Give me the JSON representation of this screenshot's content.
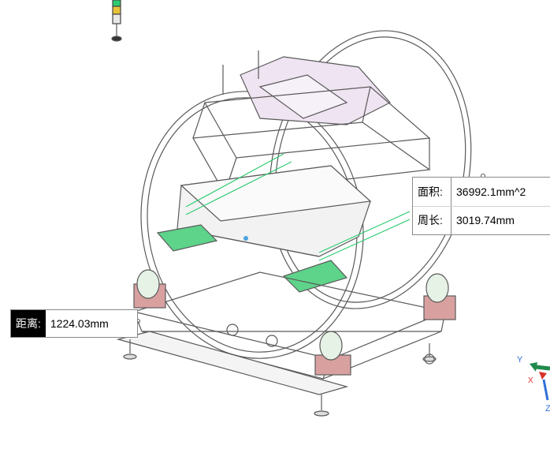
{
  "measurements": {
    "distance": {
      "label": "距离:",
      "value": "1224.03mm"
    },
    "area": {
      "label": "面积:",
      "value": "36992.1mm^2"
    },
    "perimeter": {
      "label": "周长:",
      "value": "3019.74mm"
    }
  },
  "triad": {
    "y_label": "Y",
    "x_label": "X",
    "z_label": "Z"
  },
  "colors": {
    "frame": "#5a5a5a",
    "accent_green": "#2ecc71",
    "pink": "#d9a0a0",
    "lavender": "#efe4f2",
    "triad_green": "#1f8a4c",
    "triad_red": "#d9332b",
    "triad_blue": "#2f6fd9"
  }
}
